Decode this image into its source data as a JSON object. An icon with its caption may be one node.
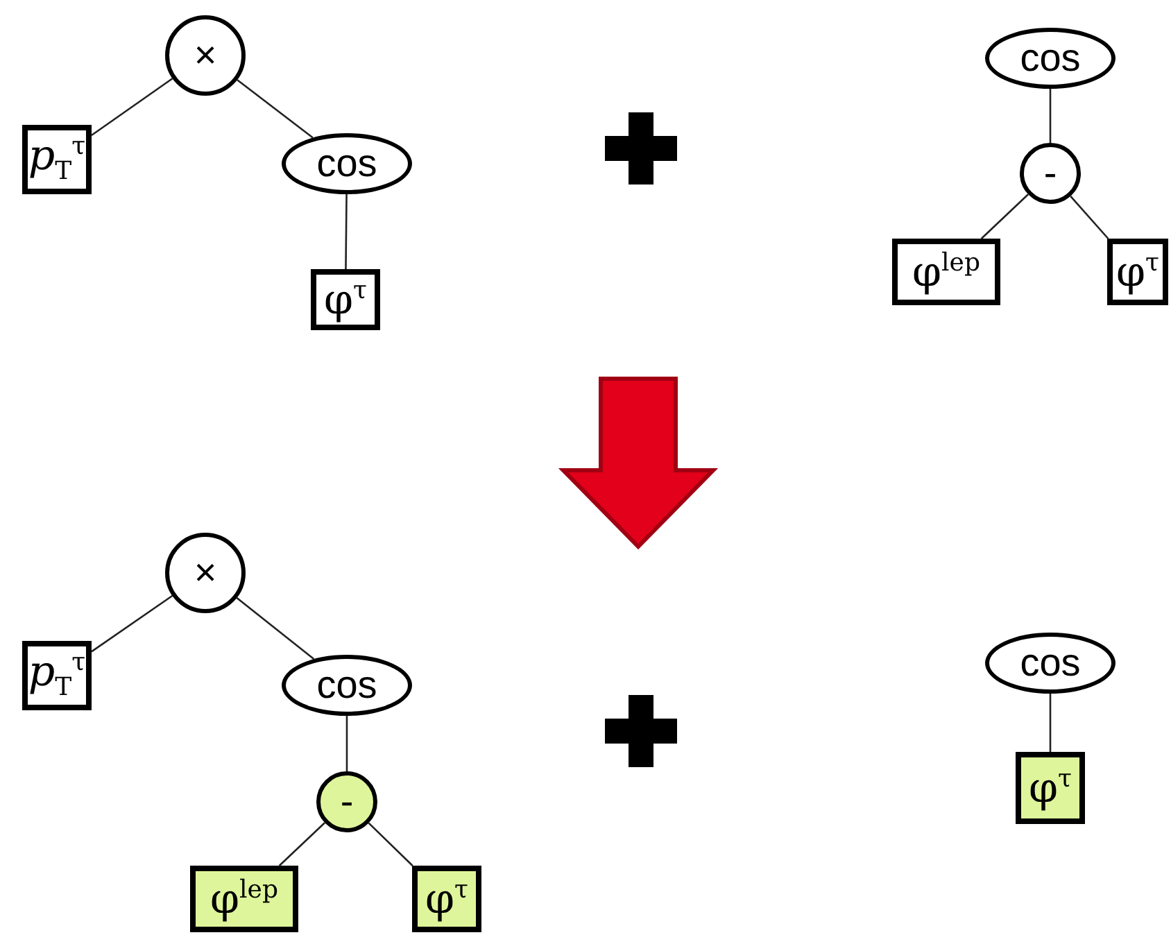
{
  "diagram": {
    "nodes": [
      {
        "text": [
          "×"
        ]
      },
      {
        "text": [
          "*p*$_{T}$$^{τ}$"
        ]
      },
      {
        "text": [
          "cos"
        ]
      },
      {
        "text": [
          "φ$^{τ}$"
        ]
      },
      {
        "text": [
          "cos"
        ]
      },
      {
        "text": [
          "-"
        ]
      },
      {
        "text": [
          "φ$^{lep}$"
        ]
      },
      {
        "text": [
          "φ$^{τ}$"
        ]
      },
      {
        "text": [
          "×"
        ]
      },
      {
        "text": [
          "*p*$_{T}$$^{τ}$"
        ]
      },
      {
        "text": [
          "cos"
        ]
      },
      {
        "text": [
          "-"
        ]
      },
      {
        "text": [
          "φ$^{lep}$"
        ]
      },
      {
        "text": [
          "φ$^{τ}$"
        ]
      },
      {
        "text": [
          "cos"
        ]
      },
      {
        "text": [
          "φ$^{τ}$"
        ]
      }
    ],
    "edges": [
      {
        "from": 0,
        "to": 1,
        "arrow": "none"
      },
      {
        "from": 0,
        "to": 2,
        "arrow": "none"
      },
      {
        "from": 2,
        "to": 3,
        "arrow": "none"
      },
      {
        "from": 4,
        "to": 5,
        "arrow": "none"
      },
      {
        "from": 5,
        "to": 6,
        "arrow": "none"
      },
      {
        "from": 5,
        "to": 7,
        "arrow": "none"
      },
      {
        "from": 8,
        "to": 9,
        "arrow": "none"
      },
      {
        "from": 8,
        "to": 10,
        "arrow": "none"
      },
      {
        "from": 10,
        "to": 11,
        "arrow": "none"
      },
      {
        "from": 11,
        "to": 12,
        "arrow": "none"
      },
      {
        "from": 11,
        "to": 13,
        "arrow": "none"
      },
      {
        "from": 14,
        "to": 15,
        "arrow": "none"
      }
    ]
  }
}
